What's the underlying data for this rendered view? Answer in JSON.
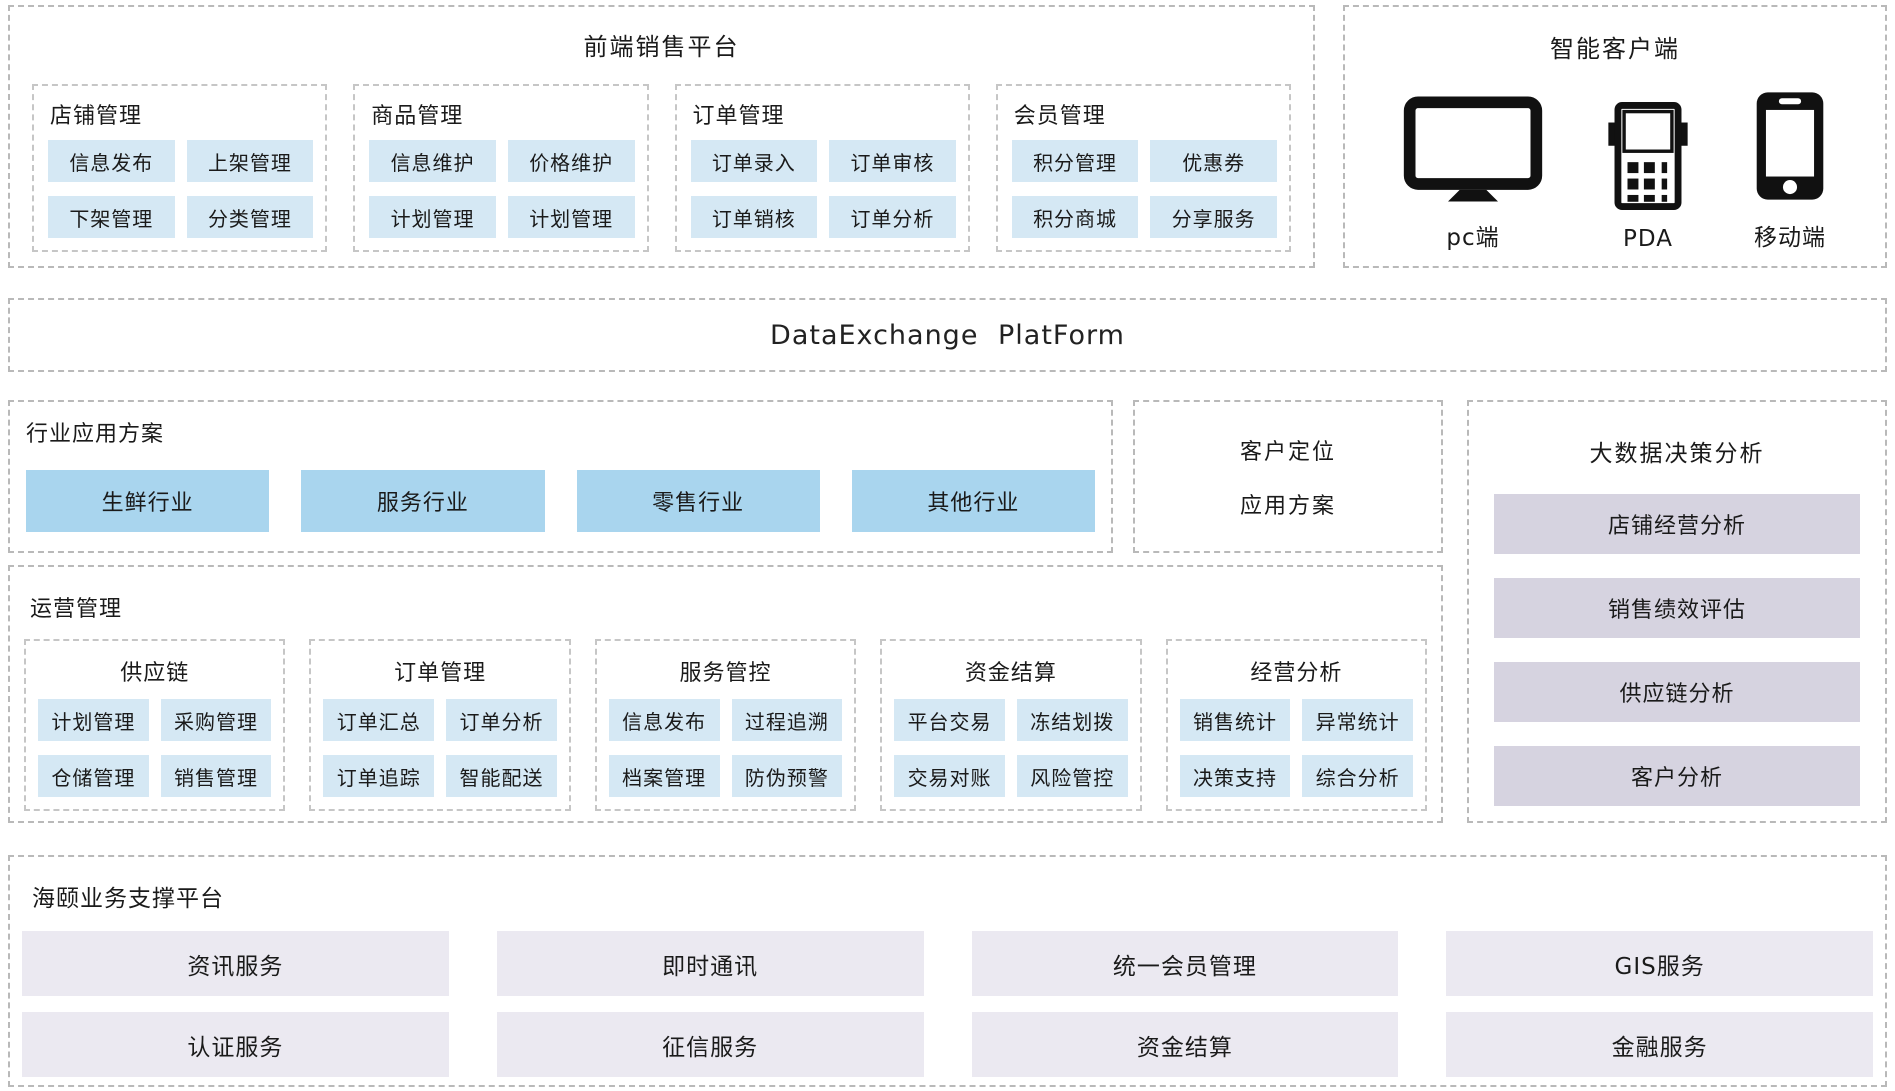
{
  "frontend": {
    "title": "前端销售平台",
    "groups": [
      {
        "title": "店铺管理",
        "items": [
          "信息发布",
          "上架管理",
          "下架管理",
          "分类管理"
        ]
      },
      {
        "title": "商品管理",
        "items": [
          "信息维护",
          "价格维护",
          "计划管理",
          "计划管理"
        ]
      },
      {
        "title": "订单管理",
        "items": [
          "订单录入",
          "订单审核",
          "订单销核",
          "订单分析"
        ]
      },
      {
        "title": "会员管理",
        "items": [
          "积分管理",
          "优惠券",
          "积分商城",
          "分享服务"
        ]
      }
    ]
  },
  "clients": {
    "title": "智能客户端",
    "devices": [
      {
        "label": "pc端",
        "icon": "desktop-monitor-icon"
      },
      {
        "label": "PDA",
        "icon": "pda-icon"
      },
      {
        "label": "移动端",
        "icon": "smartphone-icon"
      }
    ]
  },
  "exchange": {
    "title": "DataExchange PlatForm"
  },
  "industry": {
    "title": "行业应用方案",
    "items": [
      "生鲜行业",
      "服务行业",
      "零售行业",
      "其他行业"
    ]
  },
  "customer": {
    "line1": "客户定位",
    "line2": "应用方案"
  },
  "bigdata": {
    "title": "大数据决策分析",
    "items": [
      "店铺经营分析",
      "销售绩效评估",
      "供应链分析",
      "客户分析"
    ]
  },
  "operations": {
    "title": "运营管理",
    "groups": [
      {
        "title": "供应链",
        "items": [
          "计划管理",
          "采购管理",
          "仓储管理",
          "销售管理"
        ]
      },
      {
        "title": "订单管理",
        "items": [
          "订单汇总",
          "订单分析",
          "订单追踪",
          "智能配送"
        ]
      },
      {
        "title": "服务管控",
        "items": [
          "信息发布",
          "过程追溯",
          "档案管理",
          "防伪预警"
        ]
      },
      {
        "title": "资金结算",
        "items": [
          "平台交易",
          "冻结划拨",
          "交易对账",
          "风险管控"
        ]
      },
      {
        "title": "经营分析",
        "items": [
          "销售统计",
          "异常统计",
          "决策支持",
          "综合分析"
        ]
      }
    ]
  },
  "support": {
    "title": "海颐业务支撑平台",
    "row1": [
      "资讯服务",
      "即时通讯",
      "统一会员管理",
      "GIS服务"
    ],
    "row2": [
      "认证服务",
      "征信服务",
      "资金结算",
      "金融服务"
    ]
  },
  "colors": {
    "chip_blue": "#d5e8f4",
    "industry_blue": "#a9d5ee",
    "analysis_lavender": "#d6d3e0",
    "support_lavender": "#ebe9f1",
    "dashed_border": "#b9b9b9"
  }
}
